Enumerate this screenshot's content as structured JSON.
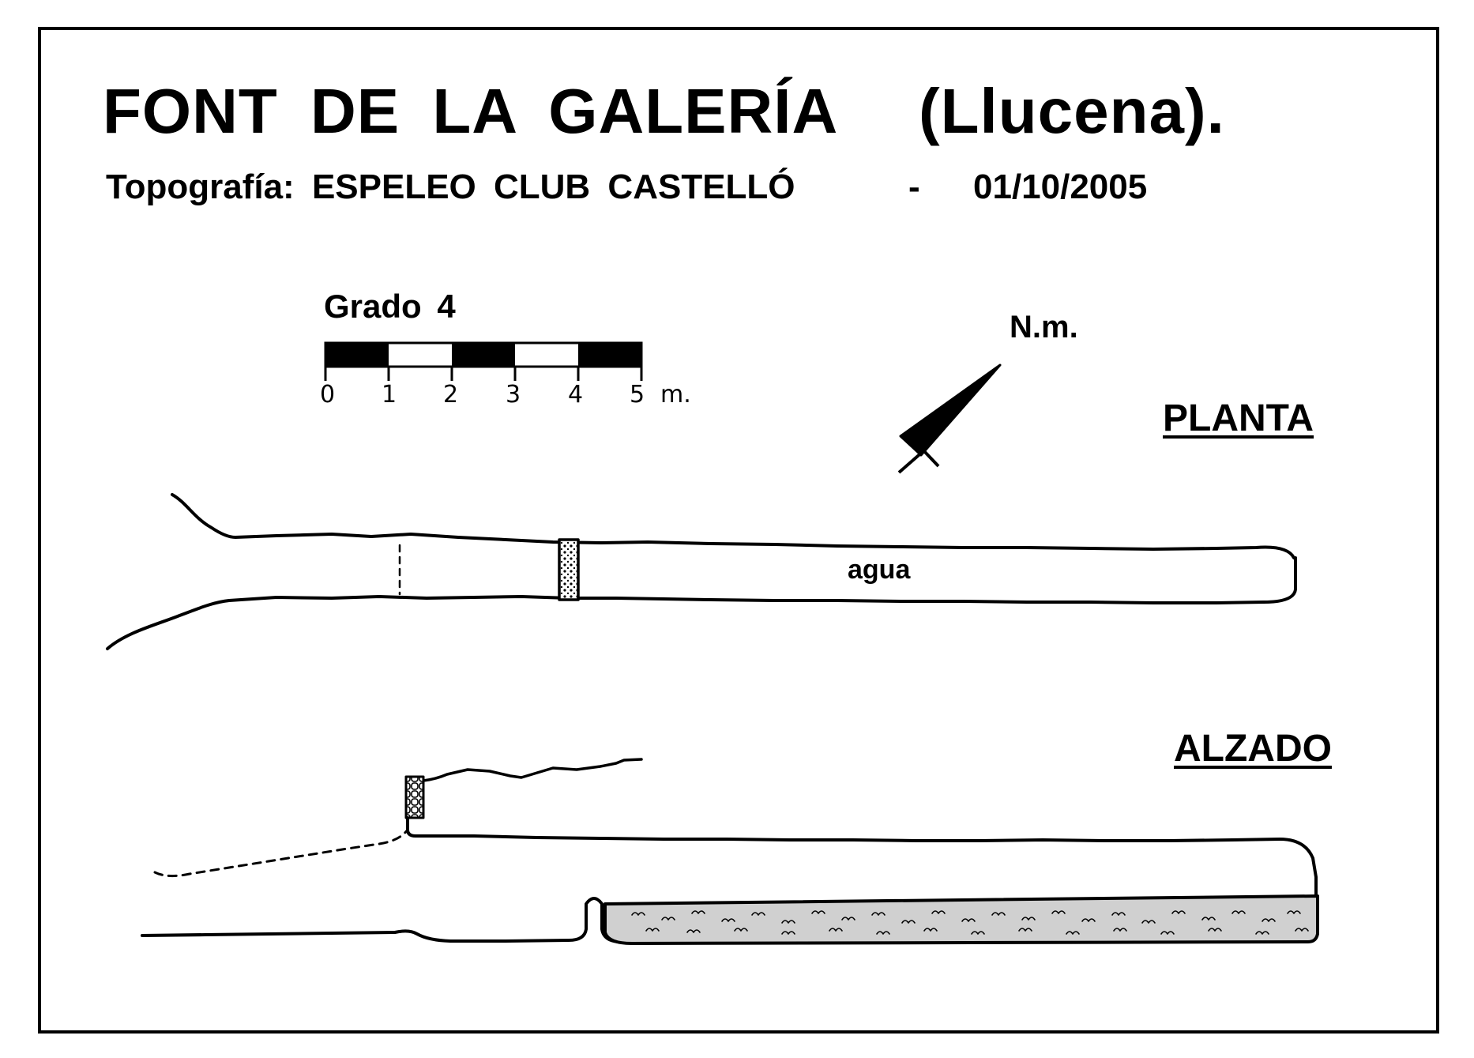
{
  "title": {
    "name": "FONT DE LA GALERÍA",
    "place": "(Llucena)."
  },
  "subtitle": {
    "prefix": "Topografía: ESPELEO CLUB CASTELLÓ",
    "dash": "-",
    "date": "01/10/2005"
  },
  "grade": "Grado 4",
  "scale": {
    "ticks": [
      "0",
      "1",
      "2",
      "3",
      "4",
      "5"
    ],
    "unit": "m."
  },
  "north": "N.m.",
  "sections": {
    "plan": "PLANTA",
    "elevation": "ALZADO"
  },
  "water_label": "agua",
  "colors": {
    "ink": "#000000",
    "paper": "#ffffff",
    "water_fill": "#d0d0d0"
  }
}
